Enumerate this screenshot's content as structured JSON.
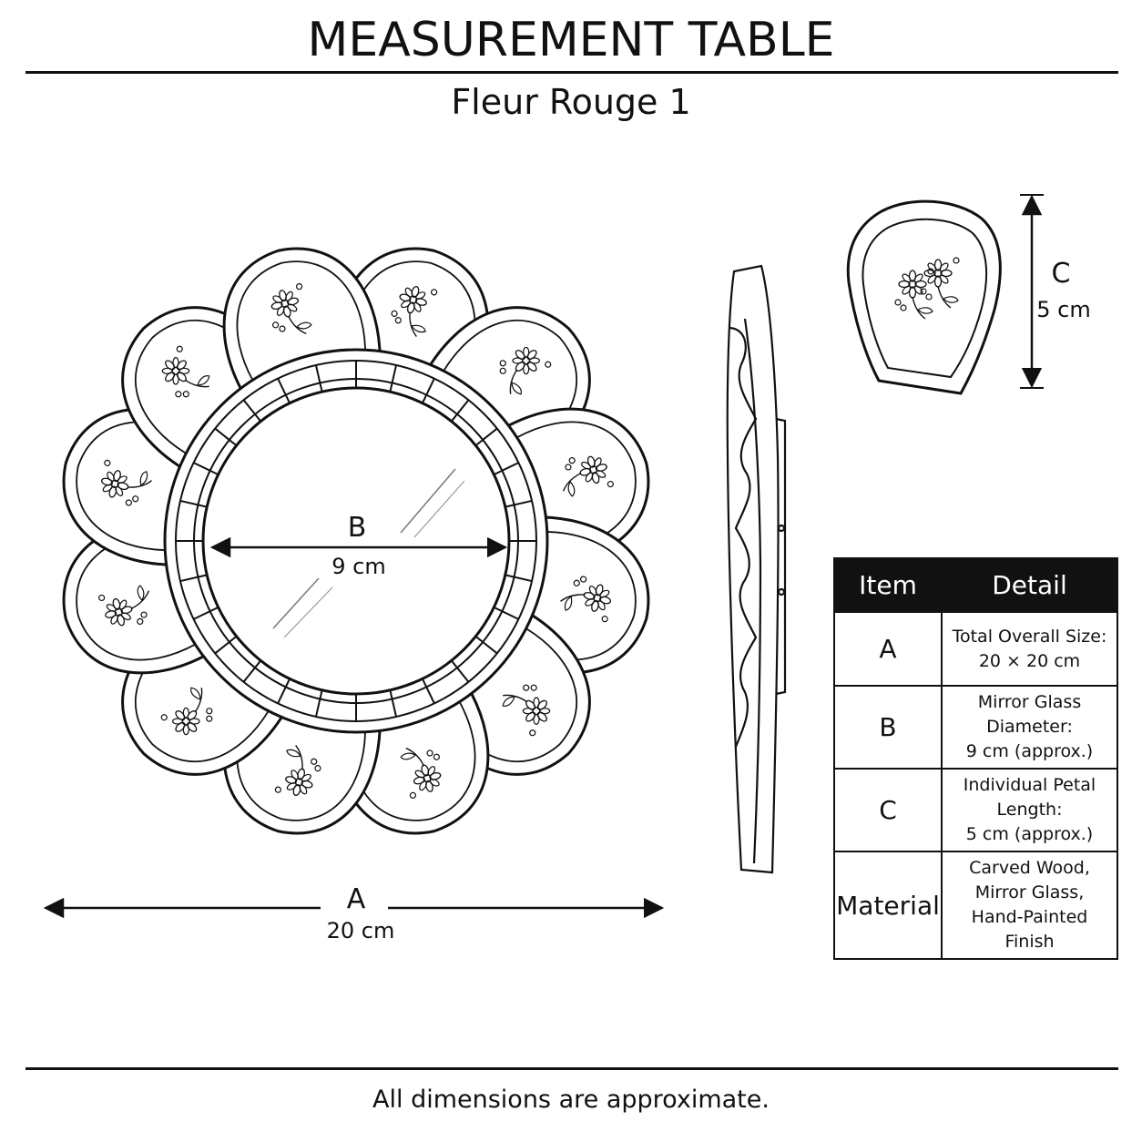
{
  "header": {
    "title": "MEASUREMENT TABLE",
    "subtitle": "Fleur Rouge 1"
  },
  "dimensions": {
    "a": {
      "letter": "A",
      "value": "20 cm"
    },
    "b": {
      "letter": "B",
      "value": "9 cm"
    },
    "c": {
      "letter": "C",
      "value": "5 cm"
    }
  },
  "table": {
    "headers": [
      "Item",
      "Detail"
    ],
    "rows": [
      {
        "item": "A",
        "detail": [
          "Total Overall Size:",
          "20 × 20 cm"
        ]
      },
      {
        "item": "B",
        "detail": [
          "Mirror Glass Diameter:",
          "9 cm (approx.)"
        ]
      },
      {
        "item": "C",
        "detail": [
          "Individual Petal Length:",
          "5 cm (approx.)"
        ]
      },
      {
        "item": "Material",
        "detail": [
          "Carved Wood,",
          "Mirror Glass,",
          "Hand-Painted Finish"
        ]
      }
    ]
  },
  "footer": {
    "note": "All dimensions are approximate."
  },
  "colors": {
    "ink": "#111111",
    "table_header_bg": "#111111",
    "table_header_text": "#ffffff"
  }
}
